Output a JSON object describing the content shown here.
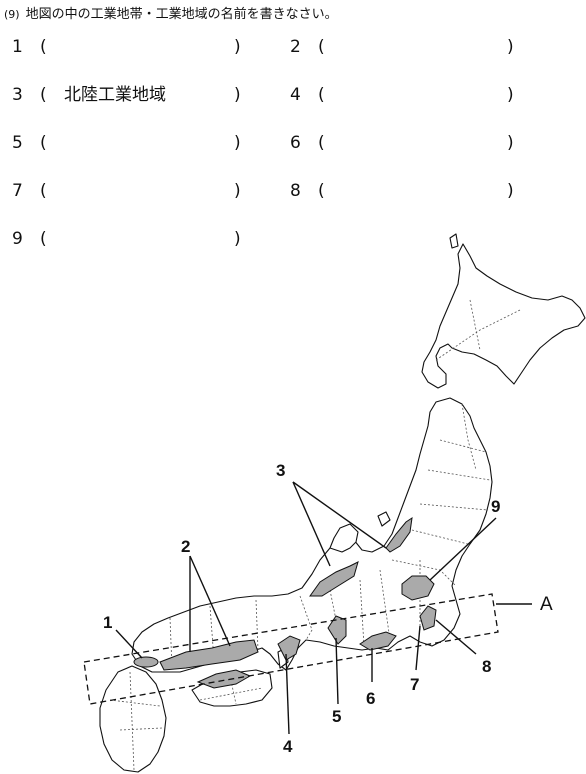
{
  "question": {
    "number": "(9)",
    "text": "地図の中の工業地帯・工業地域の名前を書きなさい。"
  },
  "answers": [
    {
      "num": "1",
      "open": "(",
      "close": ")",
      "value": ""
    },
    {
      "num": "2",
      "open": "(",
      "close": ")",
      "value": ""
    },
    {
      "num": "3",
      "open": "(",
      "close": ")",
      "value": "北陸工業地域"
    },
    {
      "num": "4",
      "open": "(",
      "close": ")",
      "value": ""
    },
    {
      "num": "5",
      "open": "(",
      "close": ")",
      "value": ""
    },
    {
      "num": "6",
      "open": "(",
      "close": ")",
      "value": ""
    },
    {
      "num": "7",
      "open": "(",
      "close": ")",
      "value": ""
    },
    {
      "num": "8",
      "open": "(",
      "close": ")",
      "value": ""
    },
    {
      "num": "9",
      "open": "(",
      "close": ")",
      "value": ""
    }
  ],
  "map": {
    "labels": [
      "1",
      "2",
      "3",
      "4",
      "5",
      "6",
      "7",
      "8",
      "9"
    ],
    "belt_label": "A",
    "region_fill": "#aaaaaa",
    "line_color": "#111111"
  }
}
